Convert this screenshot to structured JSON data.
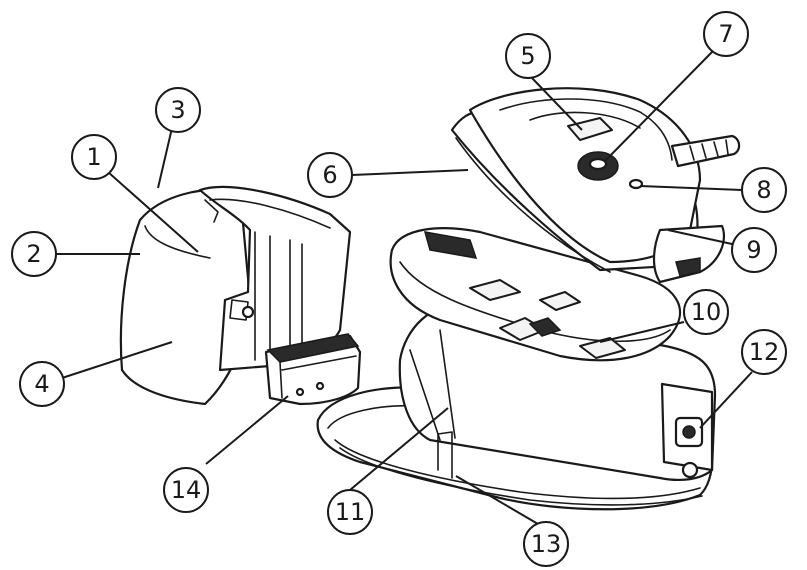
{
  "callouts": [
    {
      "id": "c1",
      "label": "1"
    },
    {
      "id": "c2",
      "label": "2"
    },
    {
      "id": "c3",
      "label": "3"
    },
    {
      "id": "c4",
      "label": "4"
    },
    {
      "id": "c5",
      "label": "5"
    },
    {
      "id": "c6",
      "label": "6"
    },
    {
      "id": "c7",
      "label": "7"
    },
    {
      "id": "c8",
      "label": "8"
    },
    {
      "id": "c9",
      "label": "9"
    },
    {
      "id": "c10",
      "label": "10"
    },
    {
      "id": "c11",
      "label": "11"
    },
    {
      "id": "c12",
      "label": "12"
    },
    {
      "id": "c13",
      "label": "13"
    },
    {
      "id": "c14",
      "label": "14"
    }
  ],
  "colors": {
    "line": "#1a1a1a",
    "background": "#ffffff"
  }
}
